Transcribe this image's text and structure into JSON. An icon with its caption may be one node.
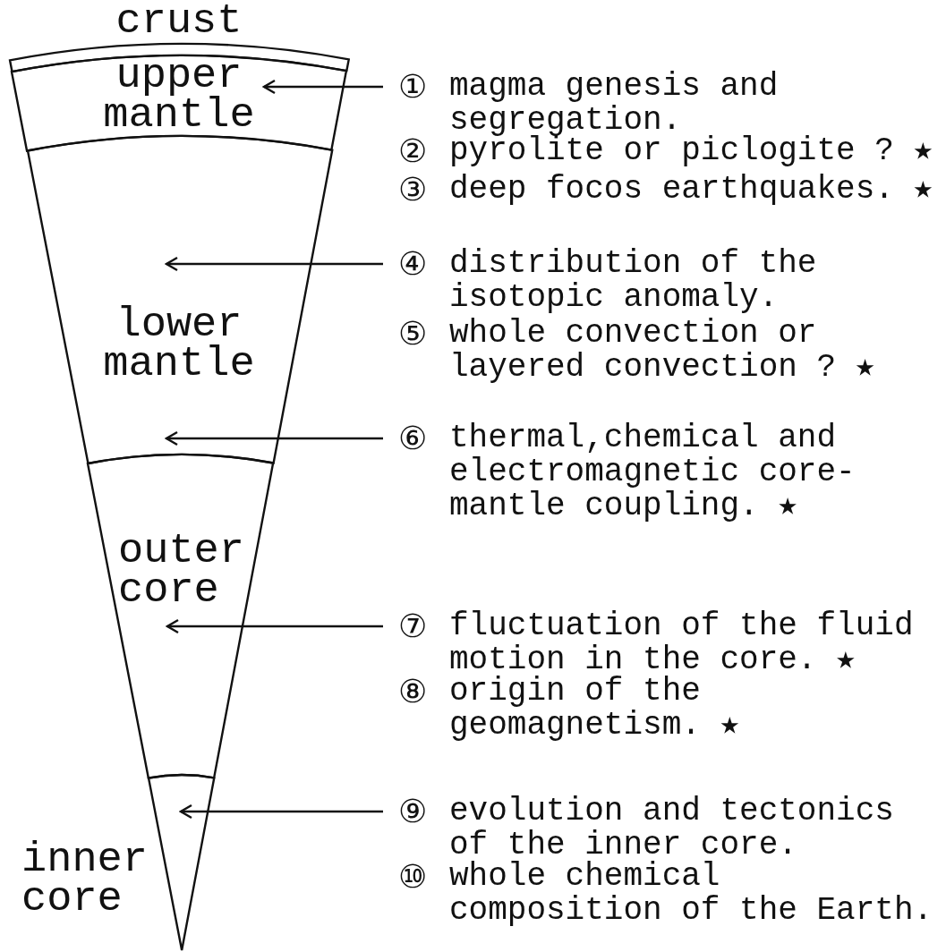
{
  "diagram": {
    "nodes": [
      {
        "text": [
          "crust"
        ]
      },
      {
        "text": [
          "upper mantle"
        ]
      },
      {
        "text": [
          "lower mantle"
        ]
      },
      {
        "text": [
          "outer core"
        ]
      },
      {
        "text": [
          "inner core"
        ]
      },
      {
        "text": [
          "①",
          "magma genesis and segregation."
        ]
      },
      {
        "text": [
          "④",
          "distribution of the isotopic anomaly."
        ]
      },
      {
        "text": [
          "⑥",
          "thermal,chemical and electromagnetic core-mantle coupling. ★"
        ]
      },
      {
        "text": [
          "⑦",
          "fluctuation of the fluid motion in the core. ★"
        ]
      },
      {
        "text": [
          "⑨",
          "evolution and tectonics of the inner core."
        ]
      }
    ],
    "edges": [
      {
        "from": 5,
        "to": 1,
        "arrow": "to"
      },
      {
        "from": 6,
        "to": 2,
        "arrow": "to"
      },
      {
        "from": 7,
        "to": 2,
        "arrow": "to"
      },
      {
        "from": 8,
        "to": 3,
        "arrow": "to"
      },
      {
        "from": 9,
        "to": 4,
        "arrow": "to"
      }
    ],
    "labels": [
      "②",
      "pyrolite or piclogite ? ★",
      "③",
      "deep focos earthquakes. ★",
      "⑤",
      "whole convection or layered convection ? ★",
      "⑧",
      "origin of the geomagnetism. ★",
      "⑩",
      "whole chemical composition of the Earth."
    ]
  }
}
